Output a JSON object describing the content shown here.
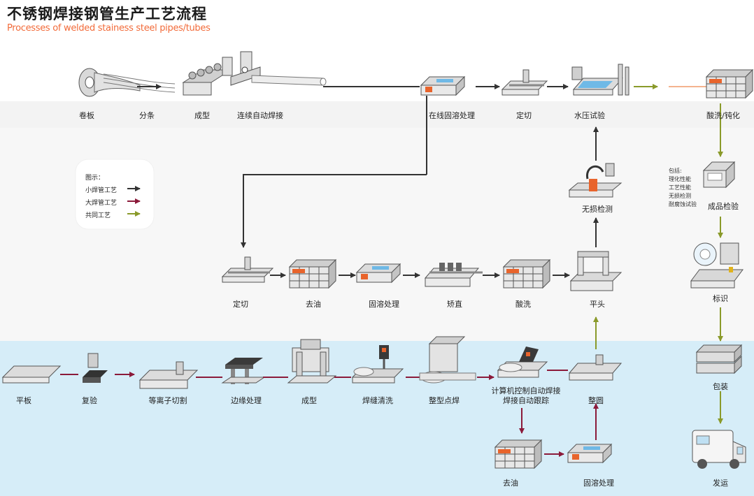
{
  "title": "不锈钢焊接钢管生产工艺流程",
  "subtitle": "Processes of welded stainess steel pipes/tubes",
  "colors": {
    "small_pipe_arrow": "#333333",
    "large_pipe_arrow": "#8b1a3a",
    "common_arrow": "#8a9a2a",
    "upper_band": "#f2f2f2",
    "lower_band": "#d6edf8",
    "title_en": "#f26b3a"
  },
  "legend": {
    "title": "图示：",
    "items": [
      {
        "label": "小焊管工艺",
        "color": "#333333"
      },
      {
        "label": "大焊管工艺",
        "color": "#8b1a3a"
      },
      {
        "label": "共同工艺",
        "color": "#8a9a2a"
      }
    ]
  },
  "steps": {
    "juanban": "卷板",
    "fentiao": "分条",
    "chengxing_top": "成型",
    "lianxu_hanjie": "连续自动焊接",
    "zaixian_gurong": "在线固溶处理",
    "dingqie_top": "定切",
    "shuiya": "水压试验",
    "suanxi_dunhua": "酸洗/钝化",
    "wusun": "无损检测",
    "chengpin": "成品检验",
    "biaoshi": "标识",
    "dingqie_mid": "定切",
    "quyou_mid": "去油",
    "gurong_mid": "固溶处理",
    "jiaozhi": "矫直",
    "suanxi": "酸洗",
    "pingtou": "平头",
    "pingban": "平板",
    "fuyan": "复验",
    "dengliziqiege": "等离子切割",
    "bianyuan": "边缘处理",
    "chengxing_bot": "成型",
    "hanfeng_qingxi": "焊缝清洗",
    "zhengxing_dianhan": "整型点焊",
    "jisuanji_1": "计算机控制自动焊接",
    "jisuanji_2": "焊接自动跟踪",
    "zhengyuan": "整圆",
    "baozhuang": "包装",
    "quyou_bot": "去油",
    "gurong_bot": "固溶处理",
    "fayun": "发运"
  },
  "inspection_notes": {
    "header": "包括:",
    "items": [
      "理化性能",
      "工艺性能",
      "无损检测",
      "耐腐蚀试验"
    ]
  }
}
